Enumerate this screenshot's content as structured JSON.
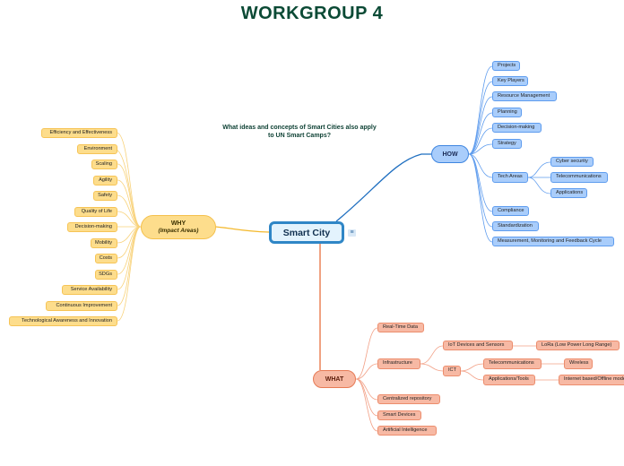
{
  "title": "WORKGROUP 4",
  "question": "What ideas and concepts of Smart Cities also apply to UN Smart Camps?",
  "central": "Smart City",
  "why": {
    "label": "WHY",
    "sublabel": "(Impact Areas)",
    "items": [
      "Efficiency and Effectiveness",
      "Environment",
      "Scaling",
      "Agility",
      "Safety",
      "Quality of Life",
      "Decision-making",
      "Mobility",
      "Costs",
      "SDGs",
      "Service Availability",
      "Continuous Improvement",
      "Technological Awareness and Innovation"
    ]
  },
  "how": {
    "label": "HOW",
    "items": [
      "Projects",
      "Key Players",
      "Resource Management",
      "Planning",
      "Decision-making",
      "Strategy",
      "Tech Areas",
      "Compliance",
      "Standardization",
      "Measurement, Monitoring and Feedback Cycle"
    ],
    "tech_areas": [
      "Cyber security",
      "Telecommunications",
      "Applications"
    ]
  },
  "what": {
    "label": "WHAT",
    "items": [
      "Real-Time Data",
      "Infrastructure",
      "Centralized repository",
      "Smart Devices",
      "Artificial Intelligence"
    ],
    "infrastructure": [
      "IoT Devices and Sensors",
      "ICT"
    ],
    "iot": [
      "LoRa (Low Power Long Range)"
    ],
    "ict": [
      "Telecommunications",
      "Applications/Tools"
    ],
    "telecom": [
      "Wireless"
    ],
    "apps": [
      "Internet based/Offline mode"
    ]
  },
  "colors": {
    "why": "#f6c456",
    "how": "#1f6fc0",
    "what": "#e8703e",
    "title": "#0b4a35"
  }
}
